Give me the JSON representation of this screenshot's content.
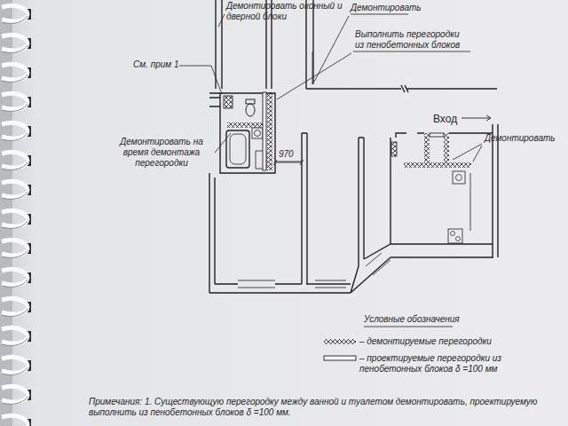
{
  "diagram": {
    "labels": [
      "Демонтировать оконный и дверной блоки",
      "Демонтировать",
      "Выполнить перегородки из пенобетонных блоков",
      "См. прим 1",
      "Демонтировать на время демонтажа перегородки",
      "970",
      "Вход",
      "Демонтировать",
      "Условные обозначения",
      "Примечания: 1. Существующую перегородку между ванной и туалетом демонтировать, проектируемую выполнить из пенобетонных блоков δ =100 мм."
    ],
    "legend": [
      {
        "text": "– демонтируемые перегородки"
      },
      {
        "text": "– проектируемые перегородки из пенобетонных блоков δ =100 мм"
      }
    ]
  }
}
